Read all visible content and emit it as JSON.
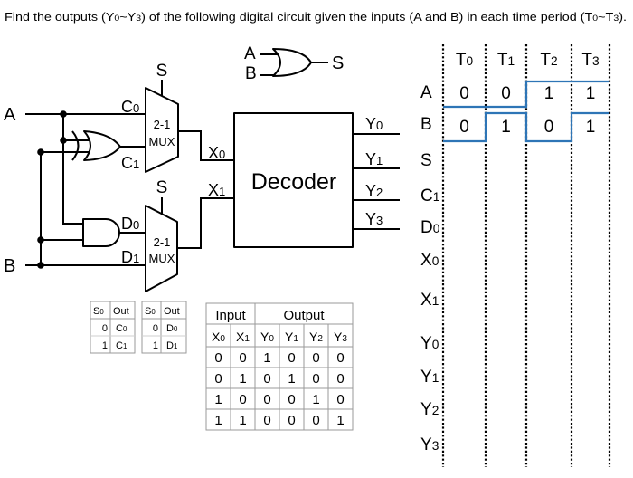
{
  "question": {
    "parts": [
      "Find the outputs (Y",
      "0",
      "~Y",
      "3",
      ") of the following digital circuit given the inputs (A and B) in each time period (T",
      "0",
      "~T",
      "3",
      ")."
    ]
  },
  "circuit": {
    "input_a": "A",
    "input_b": "B",
    "or_gate": {
      "input_1": "A",
      "input_2": "B",
      "output": "S"
    },
    "mux_upper": {
      "select": "S",
      "type_line_1": "2-1",
      "type_line_2": "MUX",
      "input_0": {
        "base": "C",
        "sub": "0"
      },
      "input_1": {
        "base": "C",
        "sub": "1"
      },
      "output": {
        "base": "X",
        "sub": "0"
      }
    },
    "mux_lower": {
      "select": "S",
      "type_line_1": "2-1",
      "type_line_2": "MUX",
      "input_0": {
        "base": "D",
        "sub": "0"
      },
      "input_1": {
        "base": "D",
        "sub": "1"
      },
      "output": {
        "base": "X",
        "sub": "1"
      }
    },
    "decoder": {
      "label": "Decoder",
      "outputs": [
        {
          "base": "Y",
          "sub": "0"
        },
        {
          "base": "Y",
          "sub": "1"
        },
        {
          "base": "Y",
          "sub": "2"
        },
        {
          "base": "Y",
          "sub": "3"
        }
      ]
    }
  },
  "mux_tables": [
    {
      "header_select": {
        "base": "S",
        "sub": "0"
      },
      "header_out": "Out",
      "rows": [
        {
          "select": "0",
          "out": {
            "base": "C",
            "sub": "0"
          }
        },
        {
          "select": "1",
          "out": {
            "base": "C",
            "sub": "1"
          }
        }
      ]
    },
    {
      "header_select": {
        "base": "S",
        "sub": "0"
      },
      "header_out": "Out",
      "rows": [
        {
          "select": "0",
          "out": {
            "base": "D",
            "sub": "0"
          }
        },
        {
          "select": "1",
          "out": {
            "base": "D",
            "sub": "1"
          }
        }
      ]
    }
  ],
  "decoder_table": {
    "group_input": "Input",
    "group_output": "Output",
    "columns": [
      {
        "base": "X",
        "sub": "0"
      },
      {
        "base": "X",
        "sub": "1"
      },
      {
        "base": "Y",
        "sub": "0"
      },
      {
        "base": "Y",
        "sub": "1"
      },
      {
        "base": "Y",
        "sub": "2"
      },
      {
        "base": "Y",
        "sub": "3"
      }
    ],
    "rows": [
      [
        0,
        0,
        1,
        0,
        0,
        0
      ],
      [
        0,
        1,
        0,
        1,
        0,
        0
      ],
      [
        1,
        0,
        0,
        0,
        1,
        0
      ],
      [
        1,
        1,
        0,
        0,
        0,
        1
      ]
    ]
  },
  "timing": {
    "periods": [
      {
        "base": "T",
        "sub": "0"
      },
      {
        "base": "T",
        "sub": "1"
      },
      {
        "base": "T",
        "sub": "2"
      },
      {
        "base": "T",
        "sub": "3"
      }
    ],
    "signals": [
      {
        "base": "A",
        "sub": ""
      },
      {
        "base": "B",
        "sub": ""
      },
      {
        "base": "S",
        "sub": ""
      },
      {
        "base": "C",
        "sub": "1"
      },
      {
        "base": "D",
        "sub": "0"
      },
      {
        "base": "X",
        "sub": "0"
      },
      {
        "base": "X",
        "sub": "1"
      },
      {
        "base": "Y",
        "sub": "0"
      },
      {
        "base": "Y",
        "sub": "1"
      },
      {
        "base": "Y",
        "sub": "2"
      },
      {
        "base": "Y",
        "sub": "3"
      }
    ],
    "given": {
      "A": [
        0,
        0,
        1,
        1
      ],
      "B": [
        0,
        1,
        0,
        1
      ]
    },
    "waveform_color": "#2e75b6"
  }
}
